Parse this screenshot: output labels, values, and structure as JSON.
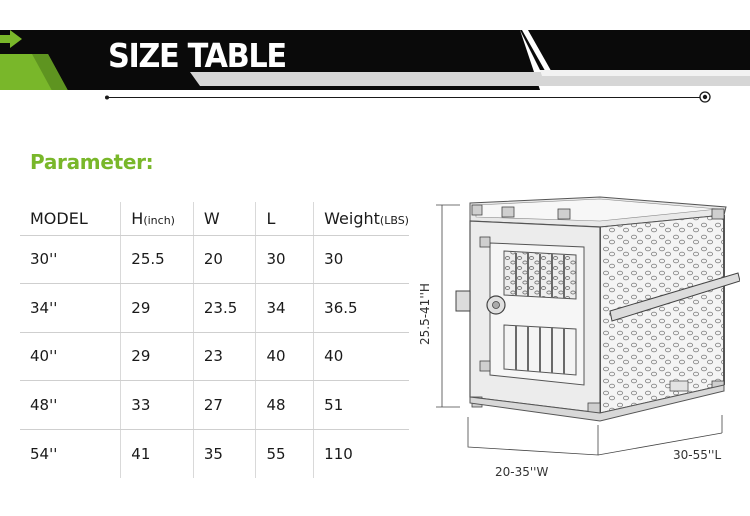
{
  "banner": {
    "title": "SIZE TABLE",
    "colors": {
      "black": "#0a0a0a",
      "green": "#79b72a",
      "grey": "#d6d6d6"
    }
  },
  "section": {
    "heading": "Parameter:",
    "heading_color": "#79b72a"
  },
  "table": {
    "headers": {
      "model": "MODEL",
      "h": "H",
      "h_unit": "(inch)",
      "w": "W",
      "l": "L",
      "weight": "Weight",
      "weight_unit": "(LBS)"
    },
    "rows": [
      {
        "model": "30''",
        "h": "25.5",
        "w": "20",
        "l": "30",
        "weight": "30"
      },
      {
        "model": "34''",
        "h": "29",
        "w": "23.5",
        "l": "34",
        "weight": "36.5"
      },
      {
        "model": "40''",
        "h": "29",
        "w": "23",
        "l": "40",
        "weight": "40"
      },
      {
        "model": "48''",
        "h": "33",
        "w": "27",
        "l": "48",
        "weight": "51"
      },
      {
        "model": "54''",
        "h": "41",
        "w": "35",
        "l": "55",
        "weight": "110"
      }
    ]
  },
  "crate": {
    "height_label": "25.5-41''H",
    "width_label": "20-35''W",
    "length_label": "30-55''L"
  }
}
